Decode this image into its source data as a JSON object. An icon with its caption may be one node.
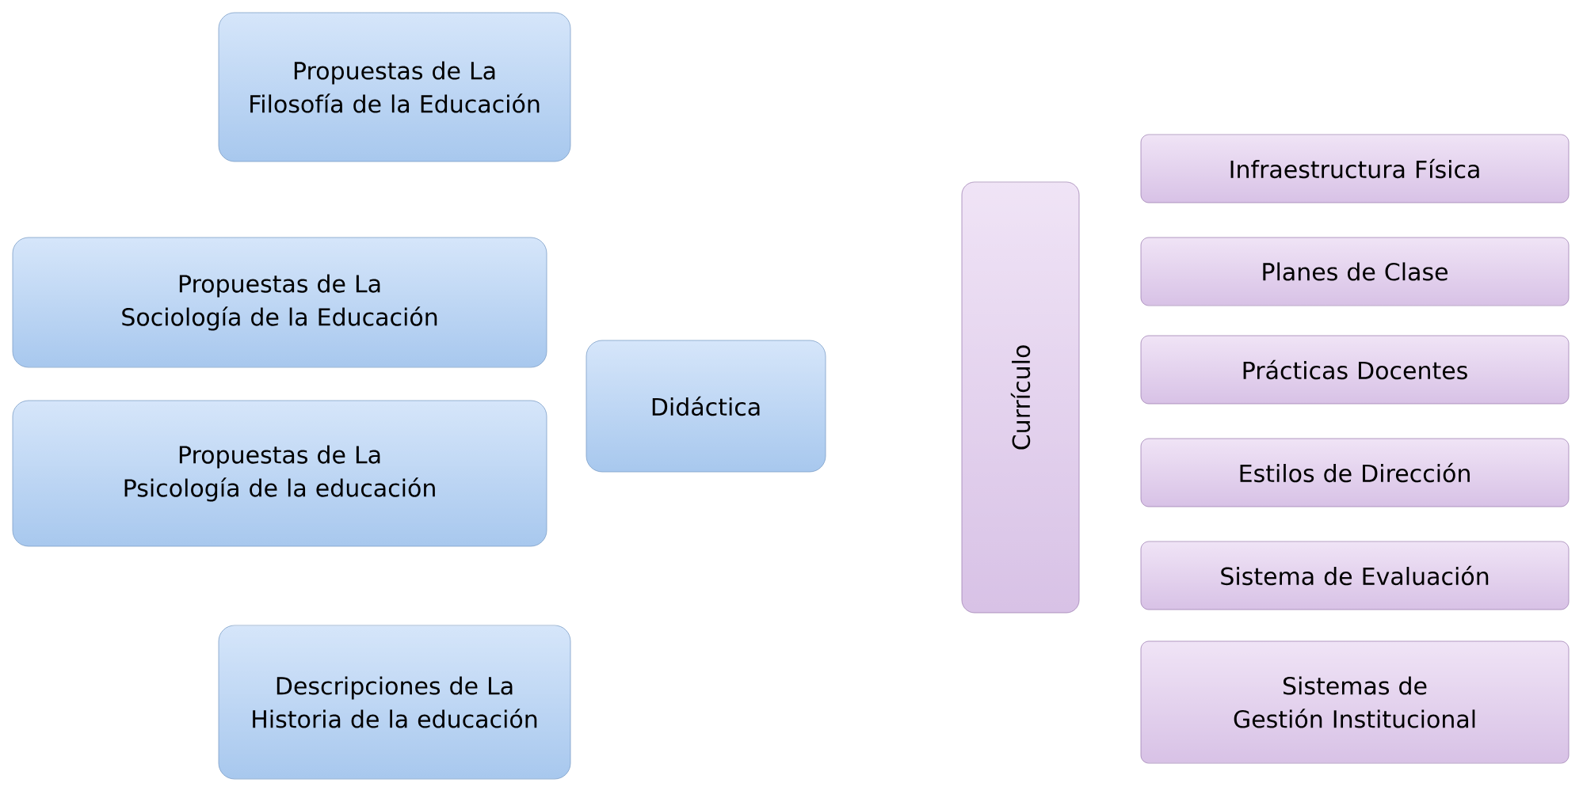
{
  "diagram": {
    "nodes": [
      {
        "text": [
          "Propuestas de La Filosofía de la Educación"
        ]
      },
      {
        "text": [
          "Propuestas de La Sociología de la Educación"
        ]
      },
      {
        "text": [
          "Propuestas de La Psicología de la educación"
        ]
      },
      {
        "text": [
          "Descripciones de La Historia de la educación"
        ]
      },
      {
        "text": [
          "Didáctica"
        ]
      },
      {
        "text": [
          "Currículo"
        ]
      },
      {
        "text": [
          "Infraestructura Física"
        ]
      },
      {
        "text": [
          "Planes de Clase"
        ]
      },
      {
        "text": [
          "Prácticas Docentes"
        ]
      },
      {
        "text": [
          "Estilos de Dirección"
        ]
      },
      {
        "text": [
          "Sistema de Evaluación"
        ]
      },
      {
        "text": [
          "Sistemas de Gestión Institucional"
        ]
      }
    ]
  }
}
